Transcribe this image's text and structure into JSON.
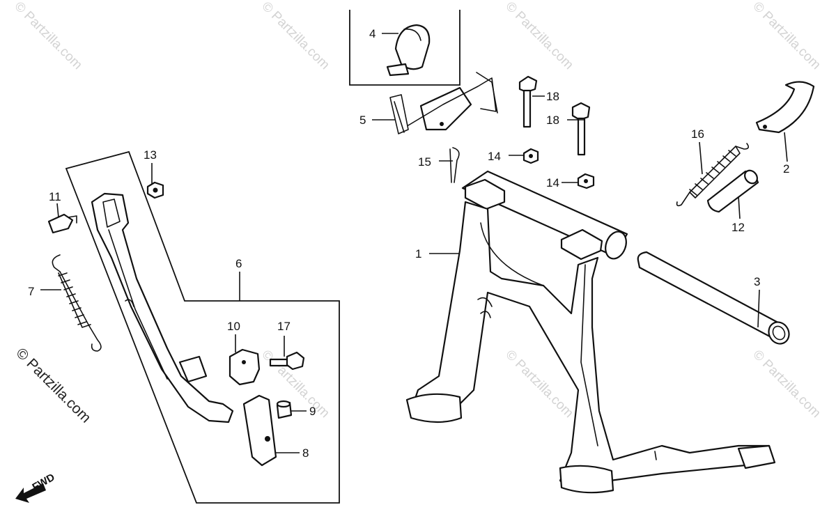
{
  "watermark": {
    "text": "© Partzilla.com"
  },
  "fwd_label": "FWD",
  "callouts": {
    "c1": "1",
    "c2": "2",
    "c3": "3",
    "c4": "4",
    "c5": "5",
    "c6": "6",
    "c7": "7",
    "c8": "8",
    "c9": "9",
    "c10": "10",
    "c11": "11",
    "c12": "12",
    "c13": "13",
    "c14a": "14",
    "c14b": "14",
    "c15": "15",
    "c16": "16",
    "c17": "17",
    "c18a": "18",
    "c18b": "18"
  },
  "colors": {
    "line": "#111111",
    "watermark": "#d3d3d3",
    "background": "#ffffff"
  }
}
